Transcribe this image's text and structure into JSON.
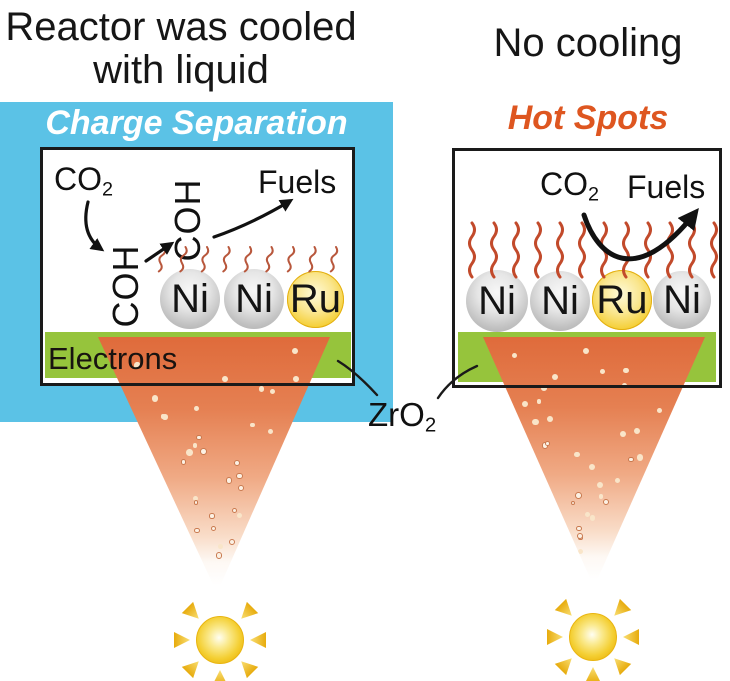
{
  "header": {
    "left_title_line1": "Reactor was cooled",
    "left_title_line2": "with liquid",
    "right_title": "No cooling"
  },
  "left_panel": {
    "banner": "Charge Separation",
    "co2": {
      "base": "CO",
      "sub": "2"
    },
    "fuels_label": "Fuels",
    "intermediate_1": "COH",
    "intermediate_2": "COH",
    "electrons_label": "Electrons",
    "spheres": [
      "Ni",
      "Ni",
      "Ru"
    ]
  },
  "right_panel": {
    "banner": "Hot Spots",
    "co2": {
      "base": "CO",
      "sub": "2"
    },
    "fuels_label": "Fuels",
    "spheres": [
      "Ni",
      "Ni",
      "Ru",
      "Ni"
    ]
  },
  "support_label": {
    "base": "ZrO",
    "sub": "2"
  },
  "colors": {
    "cooled_box_blue": "#5BC2E6",
    "support_green": "#96C43C",
    "hot_spots_text": "#DE5620",
    "cone_orange": "#DF6B3B",
    "heat_squiggle_red": "#C24A2B",
    "sun_gold": "#F2C522"
  }
}
